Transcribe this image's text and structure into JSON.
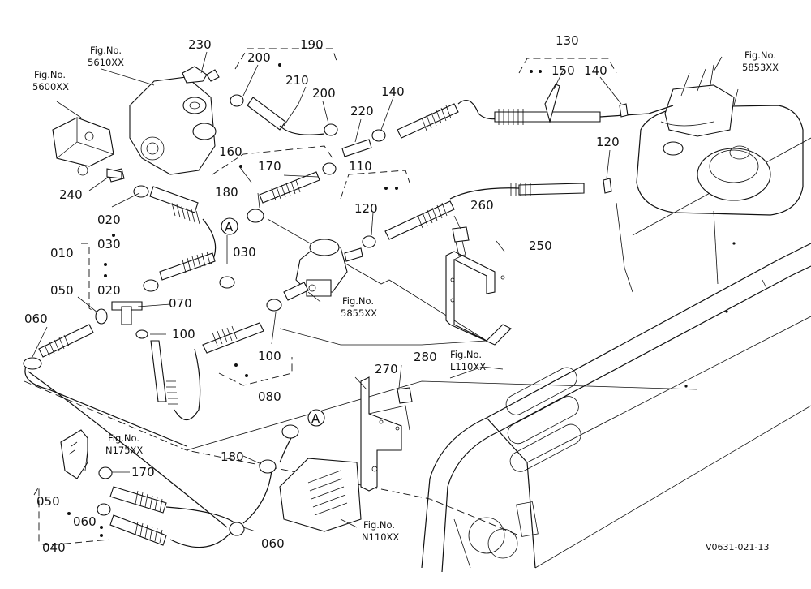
{
  "part_numbers": {
    "p010": "010",
    "p020a": "020",
    "p020b": "020",
    "p030a": "030",
    "p030b": "030",
    "p040": "040",
    "p050a": "050",
    "p050b": "050",
    "p060a": "060",
    "p060b": "060",
    "p060c": "060",
    "p070": "070",
    "p080": "080",
    "p100a": "100",
    "p100b": "100",
    "p110": "110",
    "p120a": "120",
    "p120b": "120",
    "p130": "130",
    "p140": "140",
    "p140b": "140",
    "p150": "150",
    "p160": "160",
    "p170a": "170",
    "p170b": "170",
    "p180a": "180",
    "p180b": "180",
    "p190": "190",
    "p200a": "200",
    "p200b": "200",
    "p210": "210",
    "p220": "220",
    "p230": "230",
    "p240": "240",
    "p250": "250",
    "p260": "260",
    "p270": "270",
    "p280": "280"
  },
  "figure_refs": {
    "fig_prefix": "Fig.No.",
    "f5600": "5600XX",
    "f5610": "5610XX",
    "f5853": "5853XX",
    "f5855": "5855XX",
    "fL110": "L110XX",
    "fN175": "N175XX",
    "fN110": "N110XX"
  },
  "connectors": {
    "a1": "A",
    "a2": "A"
  },
  "drawing_code": "V0631-021-13"
}
